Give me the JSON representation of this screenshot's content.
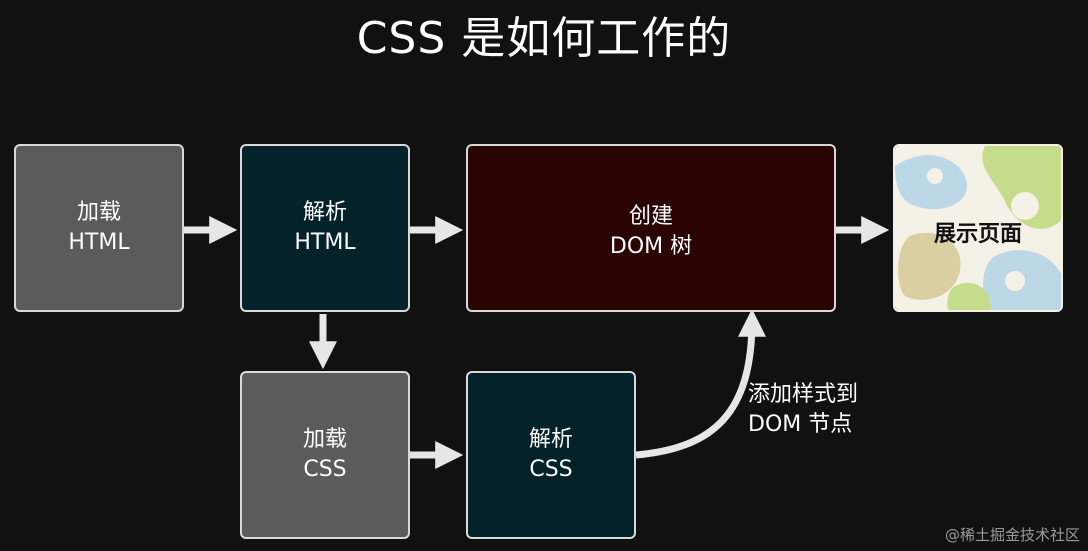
{
  "title": "CSS 是如何工作的",
  "nodes": {
    "load_html": [
      "加载",
      "HTML"
    ],
    "parse_html": [
      "解析",
      "HTML"
    ],
    "create_dom": [
      "创建",
      "DOM 树"
    ],
    "show_page": "展示页面",
    "load_css": [
      "加载",
      "CSS"
    ],
    "parse_css": [
      "解析",
      "CSS"
    ]
  },
  "caption": [
    "添加样式到",
    "DOM 节点"
  ],
  "footer": "@稀土掘金技术社区",
  "colors": {
    "background": "#111112",
    "gray_box": "#5b5b5b",
    "teal_box": "#03222a",
    "maroon_box": "#2b0404",
    "arrow": "#e6e6e6"
  }
}
